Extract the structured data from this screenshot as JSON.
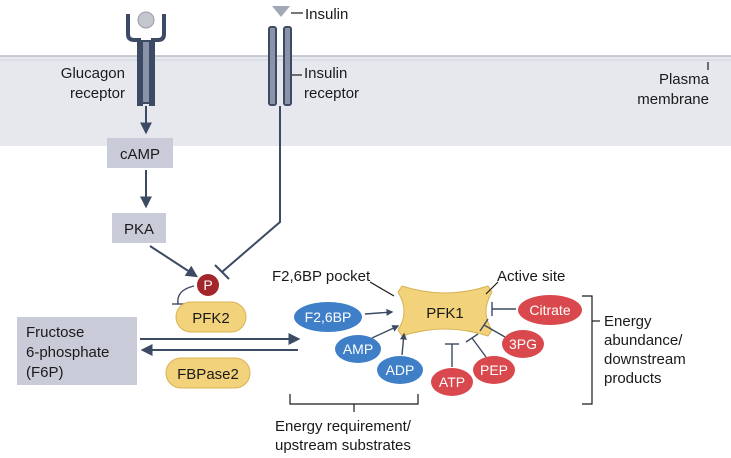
{
  "colors": {
    "membrane": "#e6e8ee",
    "grey_box": "#c9ccd8",
    "arrow": "#3d4a63",
    "blue_node": "#3f7fc8",
    "red_node": "#d9484c",
    "yellow_node": "#f2d27a",
    "phospho": "#a3262b"
  },
  "top": {
    "insulin": "Insulin"
  },
  "membrane": {
    "glucagon_receptor": [
      "Glucagon",
      "receptor"
    ],
    "insulin_receptor": [
      "Insulin",
      "receptor"
    ],
    "plasma_membrane": [
      "Plasma",
      "membrane"
    ]
  },
  "signaling": {
    "camp": "cAMP",
    "pka": "PKA",
    "phospho": "P",
    "pfk2": "PFK2",
    "fbpase2": "FBPase2"
  },
  "substrate": {
    "lines": [
      "Fructose",
      "6-phosphate",
      "(F6P)"
    ]
  },
  "enzyme": {
    "pfk1": "PFK1",
    "pocket_label": "F2,6BP pocket",
    "active_site_label": "Active site"
  },
  "activators": {
    "f26bp": "F2,6BP",
    "amp": "AMP",
    "adp": "ADP"
  },
  "inhibitors": {
    "atp": "ATP",
    "pep": "PEP",
    "pg3": "3PG",
    "citrate": "Citrate"
  },
  "brackets": {
    "right_label": [
      "Energy",
      "abundance/",
      "downstream",
      "products"
    ],
    "bottom_label": [
      "Energy requirement/",
      "upstream substrates"
    ]
  }
}
